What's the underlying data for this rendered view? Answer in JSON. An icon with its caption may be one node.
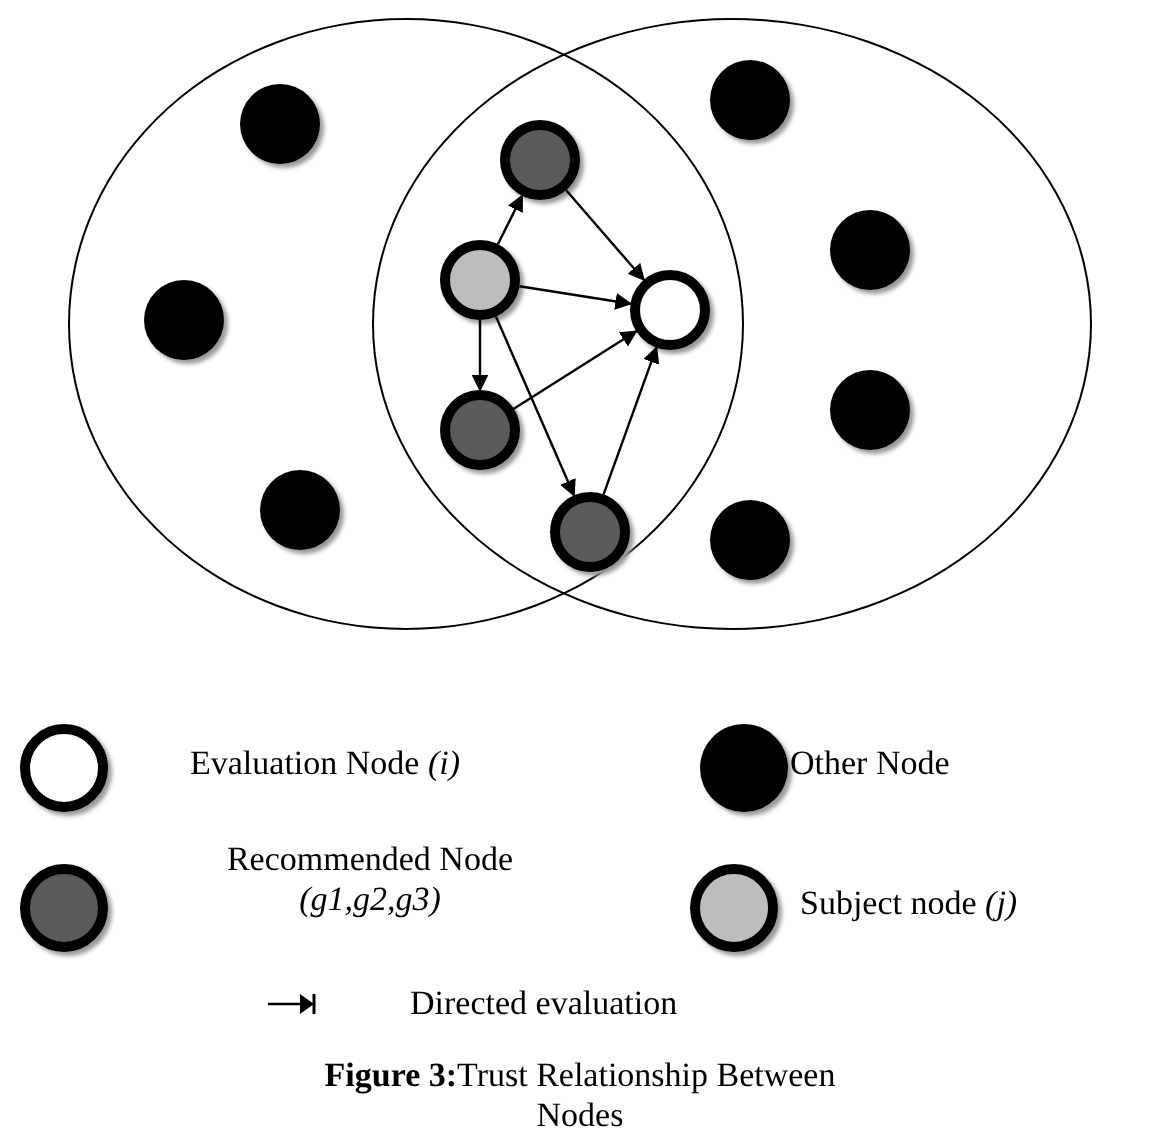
{
  "diagram": {
    "caption": "**Figure 3:**Trust Relationship Between Nodes",
    "nodes": [
      {
        "text": [],
        "shape": "circle"
      },
      {
        "text": [],
        "shape": "circle"
      },
      {
        "text": [],
        "shape": "circle",
        "in": 0
      },
      {
        "text": [],
        "shape": "circle",
        "in": 0
      },
      {
        "text": [],
        "shape": "circle",
        "in": 0
      },
      {
        "text": [],
        "shape": "circle"
      },
      {
        "text": [],
        "shape": "circle"
      },
      {
        "text": [],
        "shape": "circle"
      },
      {
        "text": [],
        "shape": "circle"
      },
      {
        "text": [],
        "shape": "circle"
      },
      {
        "text": [],
        "shape": "circle",
        "in": 1
      },
      {
        "text": [],
        "shape": "circle",
        "in": 1
      },
      {
        "text": [],
        "shape": "circle",
        "in": 1
      },
      {
        "text": [],
        "shape": "circle",
        "in": 1
      }
    ],
    "edges": [
      {
        "from": 5,
        "to": 6,
        "arrow": "to"
      },
      {
        "from": 5,
        "to": 9,
        "arrow": "to"
      },
      {
        "from": 5,
        "to": 7,
        "arrow": "to"
      },
      {
        "from": 5,
        "to": 8,
        "arrow": "to"
      },
      {
        "from": 6,
        "to": 9,
        "arrow": "to"
      },
      {
        "from": 7,
        "to": 9,
        "arrow": "to"
      },
      {
        "from": 8,
        "to": 9,
        "arrow": "to"
      }
    ],
    "legend": [
      {
        "text": "Evaluation Node *(i)*"
      },
      {
        "text": "Other Node"
      },
      {
        "text": "Recommended Node *(g1,g2,g3)*"
      },
      {
        "text": "Subject node *(j)*"
      },
      {
        "text": "Directed evaluation"
      }
    ]
  }
}
